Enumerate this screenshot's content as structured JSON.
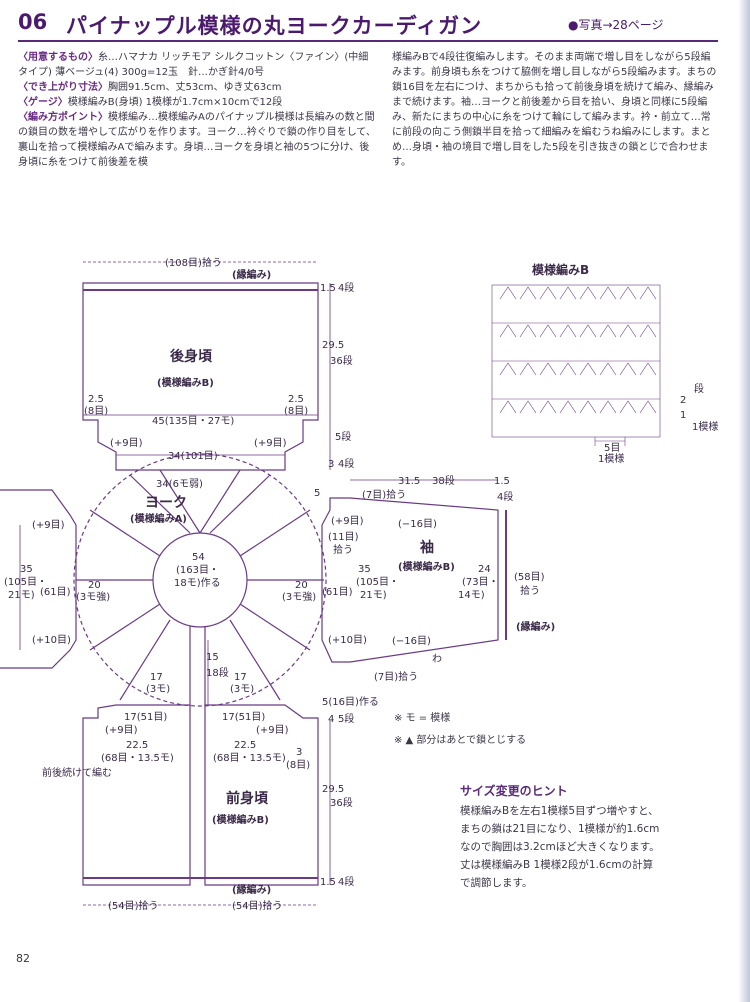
{
  "header": {
    "number": "06",
    "title": "パイナップル模様の丸ヨークカーディガン",
    "photo_ref": "●写真→28ページ"
  },
  "left_text": {
    "materials_label": "〈用意するもの〉",
    "materials": "糸…ハマナカ リッチモア シルクコットン〈ファイン〉(中細タイプ) 薄ベージュ(4) 300g=12玉　針…かぎ針4/0号",
    "size_label": "〈でき上がり寸法〉",
    "size": "胸囲91.5cm、丈53cm、ゆき丈63cm",
    "gauge_label": "〈ゲージ〉",
    "gauge": "模様編みB(身頃) 1模様が1.7cm×10cmで12段",
    "points_label": "〈編み方ポイント〉",
    "points": "模様編み…模様編みAのパイナップル模様は長編みの数と間の鎖目の数を増やして広がりを作ります。ヨーク…衿ぐりで鎖の作り目をして、裏山を拾って模様編みAで編みます。身頃…ヨークを身頃と袖の5つに分け、後身頃に糸をつけて前後差を模"
  },
  "right_text": {
    "text": "様編みBで4段往復編みします。そのまま両端で増し目をしながら5段編みます。前身頃も糸をつけて脇側を増し目しながら5段編みます。まちの鎖16目を左右につけ、まちからも拾って前後身頃を続けて編み、縁編みまで続けます。袖…ヨークと前後差から目を拾い、身頃と同様に5段編み、新たにまちの中心に糸をつけて輪にして編みます。衿・前立て…常に前段の向こう側鎖半目を拾って細編みを編むうね編みにします。まとめ…身頃・袖の境目で増し目をした5段を引き抜きの鎖とじで合わせます。"
  },
  "diagram": {
    "back_title": "後身頃",
    "back_pattern": "(模様編みB)",
    "back_pickup": "(108目)拾う",
    "edging": "(縁編み)",
    "d_1_5": "1.5",
    "d_4dan": "4段",
    "d_29_5": "29.5",
    "d_36dan": "36段",
    "d_2_5": "2.5",
    "d_8me": "(8目)",
    "d_45": "45(135目・27モ)",
    "d_plus9": "(+9目)",
    "d_5dan": "5段",
    "d_3": "3",
    "d_34_101": "34(101目)",
    "d_34_6": "34(6モ弱)",
    "yoke_title": "ヨーク",
    "yoke_pattern": "(模様編みA)",
    "center_54": "54",
    "center_163": "(163目・",
    "center_18": "18モ)作る",
    "d_20": "20",
    "d_3mo": "(3モ強)",
    "d_61": "(61目)",
    "d_35": "35",
    "d_105": "(105目・",
    "d_21mo": "21モ)",
    "d_plus10": "(+10目)",
    "d_17": "17",
    "d_3mo2": "(3モ)",
    "d_15": "15",
    "d_18dan": "18段",
    "d_17_51": "17(51目)",
    "d_22_5": "22.5",
    "d_68": "(68目・13.5モ)",
    "d_5_16": "5(16目)作る",
    "d_4": "4",
    "side_note": "前後続けて編む",
    "front_title": "前身頃",
    "front_pattern": "(模様編みB)",
    "front_pickup": "(54目)拾う",
    "d_31_5": "31.5",
    "d_38dan": "38段",
    "d_7pick": "(7目)拾う",
    "d_5": "5",
    "d_minus16": "(−16目)",
    "d_11pick": "(11目)",
    "d_pick": "拾う",
    "sleeve_title": "袖",
    "sleeve_pattern": "(模様編みB)",
    "d_24": "24",
    "d_73": "(73目・",
    "d_14mo": "14モ)",
    "d_58": "(58目)",
    "d_58pick": "拾う",
    "sleeve_edge": "(縁編み)",
    "d_wa": "わ",
    "patB_title": "模様編みB",
    "patB_2": "2",
    "patB_1": "1",
    "patB_dan": "段",
    "patB_1mo": "1模様",
    "patB_5me": "5目",
    "patB_1mo2": "1模様"
  },
  "notes": {
    "n1": "※ モ = 模様",
    "n2": "※ ▲ 部分はあとで鎖とじする"
  },
  "hint": {
    "title": "サイズ変更のヒント",
    "lines": [
      "模様編みBを左右1模様5目ずつ増やすと、",
      "まちの鎖は21目になり、1模様が約1.6cm",
      "なので胸囲は3.2cmほど大きくなります。",
      "丈は模様編みB 1模様2段が1.6cmの計算",
      "で調節します。"
    ]
  },
  "page_number": "82",
  "colors": {
    "accent": "#5a2a7a",
    "text": "#3d3648",
    "line": "#6b3a86"
  }
}
